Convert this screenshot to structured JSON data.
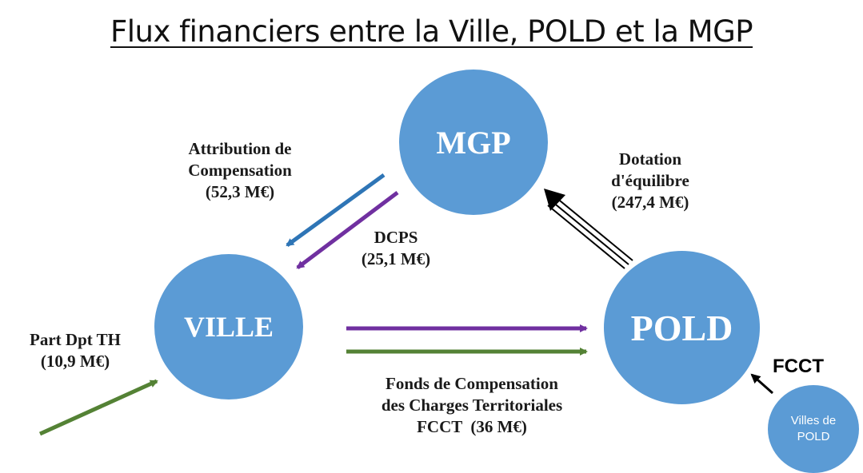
{
  "title": "Flux financiers entre la Ville, POLD et la MGP",
  "nodes": {
    "mgp": "MGP",
    "ville": "VILLE",
    "pold": "POLD",
    "villes_pold": [
      "Villes de",
      "POLD"
    ]
  },
  "labels": {
    "attribution": [
      "Attribution de",
      "Compensation",
      "(52,3 M€)"
    ],
    "dcps": [
      "DCPS",
      "(25,1 M€)"
    ],
    "dotation": [
      "Dotation",
      "d'équilibre",
      "(247,4 M€)"
    ],
    "part_dpt": [
      "Part Dpt TH",
      "(10,9 M€)"
    ],
    "fonds": [
      "Fonds de Compensation",
      "des Charges Territoriales",
      "FCCT  (36 M€)"
    ],
    "fcct": "FCCT"
  },
  "colors": {
    "node": "#5b9bd5",
    "attribution_arrow": "#2e75b6",
    "dcps_arrow": "#7030a0",
    "fcct_arrow": "#548235",
    "dotation_arrow": "#000000"
  }
}
